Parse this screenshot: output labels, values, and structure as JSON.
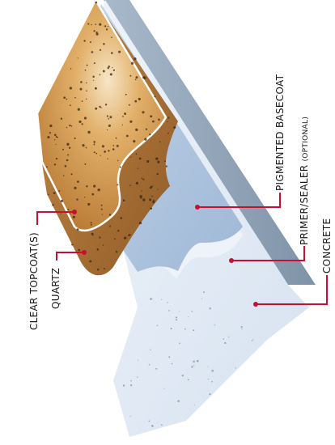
{
  "layers": {
    "clear_topcoat": "CLEAR TOPCOAT(S)",
    "quartz": "QUARTZ",
    "pigmented_basecoat": "PIGMENTED BASECOAT",
    "primer_sealer": "PRIMER/SEALER",
    "primer_sealer_note": "(OPTIONAL)",
    "concrete": "CONCRETE"
  },
  "colors": {
    "callout_line": "#c8102e",
    "callout_dot": "#c8102e",
    "slab_edge": "#8fa3b8",
    "concrete": "#e4edf7",
    "basecoat": "#a9c2df",
    "quartz": "#b07a3c",
    "topcoat": "#d9a55a"
  }
}
